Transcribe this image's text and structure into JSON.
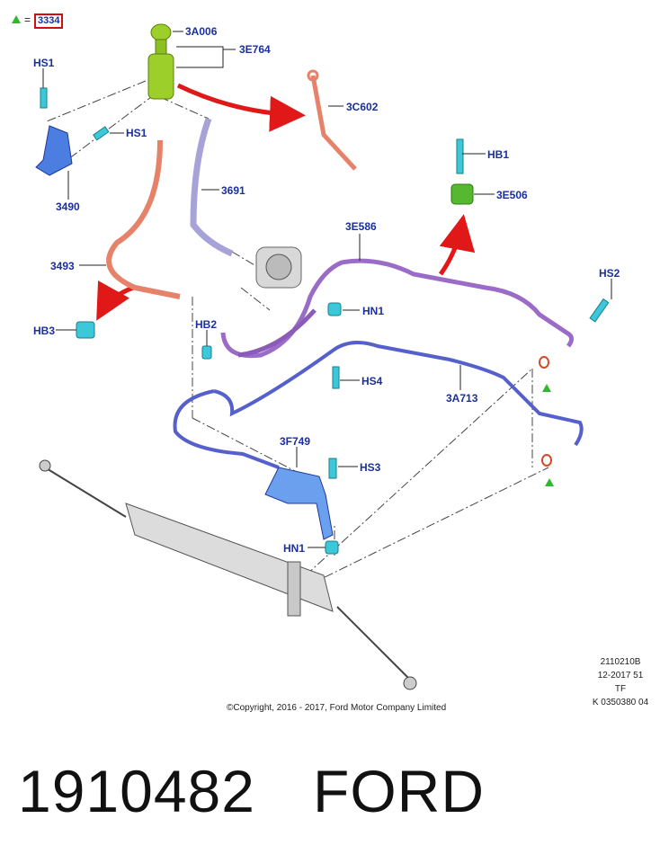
{
  "legend": {
    "equals": "=",
    "code": "3334"
  },
  "labels": {
    "a006": "3A006",
    "e764": "3E764",
    "hs1_top": "HS1",
    "hs1_mid": "HS1",
    "c602": "3C602",
    "n3691": "3691",
    "n3490": "3490",
    "hb1": "HB1",
    "e506": "3E506",
    "e586": "3E586",
    "n3493": "3493",
    "hs2": "HS2",
    "hn1_top": "HN1",
    "hb3": "HB3",
    "hb2": "HB2",
    "hs4": "HS4",
    "a713": "3A713",
    "f749": "3F749",
    "hs3": "HS3",
    "hn1_bot": "HN1"
  },
  "codes": [
    "2110210B",
    "12-2017 51",
    "TF",
    "K 0350380 04"
  ],
  "copyright": "©Copyright, 2016 - 2017, Ford Motor Company Limited",
  "part_number": "1910482",
  "brand": "FORD",
  "colors": {
    "label": "#1a2fa0",
    "reservoir": "#9ccf2a",
    "hose_red": "#e6826a",
    "hose_purple": "#9a6cc8",
    "line_blue": "#5560cc",
    "clip_cyan": "#3cc8d8",
    "bracket_blue": "#4c7de0",
    "arrow_red": "#e01818",
    "marker_green": "#2fb82f"
  }
}
